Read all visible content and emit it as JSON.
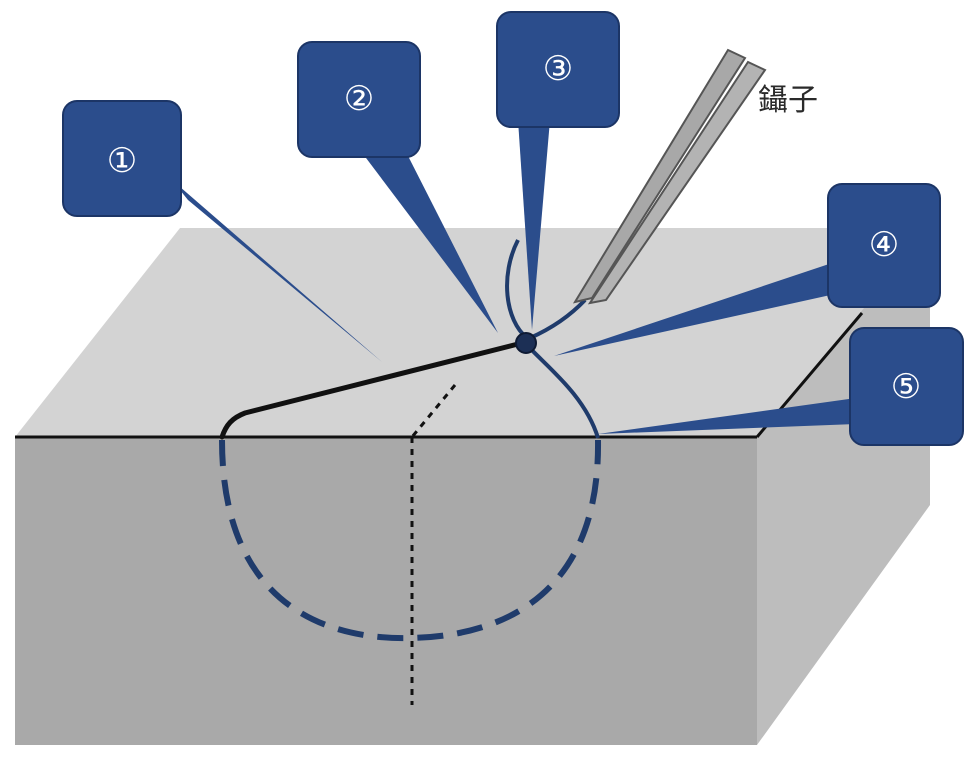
{
  "diagram": {
    "tool_label": "鑷子",
    "callouts": [
      {
        "id": "1",
        "label": "①"
      },
      {
        "id": "2",
        "label": "②"
      },
      {
        "id": "3",
        "label": "③"
      },
      {
        "id": "4",
        "label": "④"
      },
      {
        "id": "5",
        "label": "⑤"
      }
    ],
    "colors": {
      "callout_fill": "#2b4d8c",
      "callout_stroke": "#1c3566",
      "block_top": "#d3d3d3",
      "block_front": "#a9a9a9",
      "block_side": "#bdbdbd",
      "suture": "#1f3b6b",
      "forceps_fill": "#a8a8a8",
      "forceps_stroke": "#555555"
    }
  }
}
